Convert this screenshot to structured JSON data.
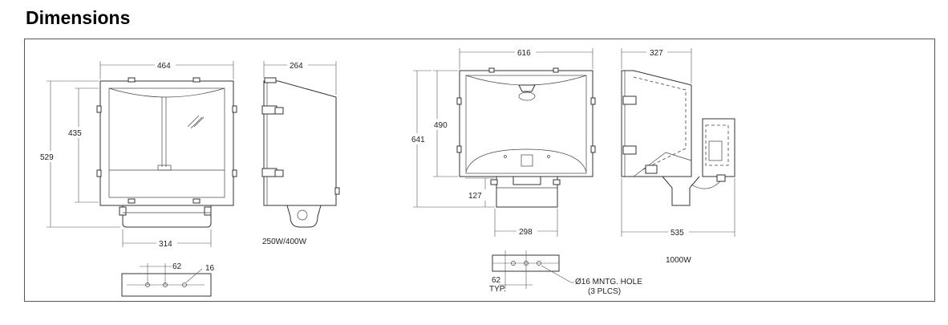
{
  "heading": "Dimensions",
  "small_fixture": {
    "front_width": "464",
    "front_height_inner": "435",
    "front_height_total": "529",
    "bracket_width": "314",
    "side_depth": "264",
    "caption": "250W/400W",
    "mount_hole_spacing": "62",
    "mount_hole_dia": "16"
  },
  "large_fixture": {
    "front_width": "616",
    "front_height_inner": "490",
    "front_height_total": "641",
    "bracket_height": "127",
    "bracket_width": "298",
    "side_depth": "327",
    "side_width_total": "535",
    "caption": "1000W",
    "mount_hole_spacing": "62",
    "mount_hole_typ": "TYP.",
    "mount_hole_note": "Ø16 MNTG. HOLE",
    "mount_hole_count": "(3 PLCS)"
  }
}
